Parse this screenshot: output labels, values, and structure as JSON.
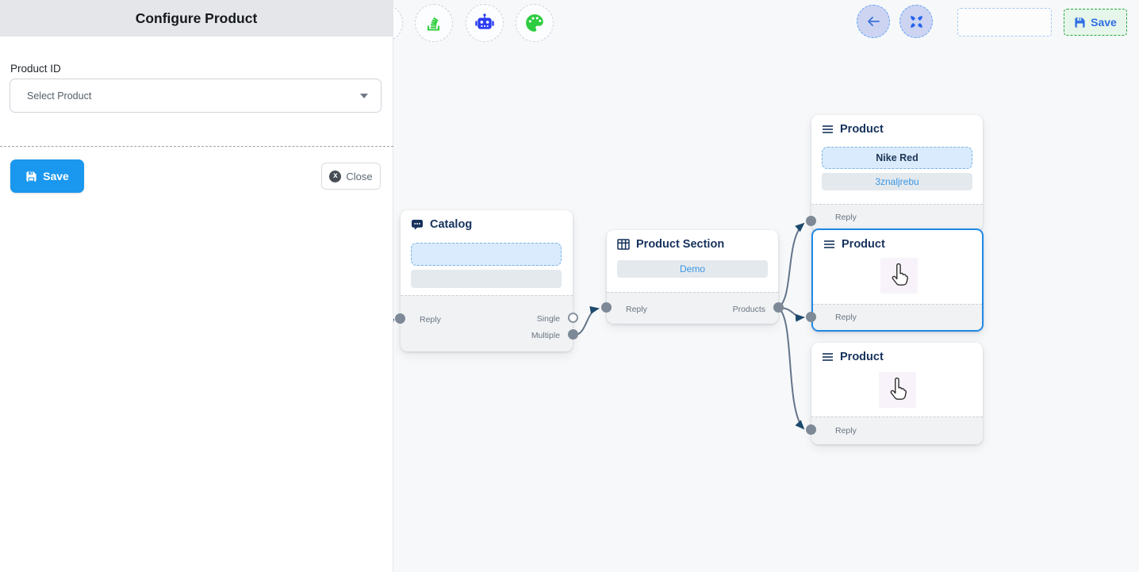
{
  "panel": {
    "title": "Configure Product",
    "field_label": "Product ID",
    "select_placeholder": "Select Product",
    "save_label": "Save",
    "close_label": "Close",
    "close_icon_glyph": "x"
  },
  "toolbar": {
    "icons": [
      "stack-icon",
      "robot-icon",
      "palette-icon"
    ],
    "icon_colors": {
      "stack": "#2fce3e",
      "robot": "#2b3cf2",
      "palette": "#2ecc40"
    }
  },
  "topbar": {
    "back_icon": "arrow-left-icon",
    "fit_icon": "compress-icon",
    "save_label": "Save"
  },
  "nodes": {
    "catalog": {
      "title": "Catalog",
      "icon": "chat-bubble-icon",
      "reply_label": "Reply",
      "single_label": "Single",
      "multiple_label": "Multiple"
    },
    "product_section": {
      "title": "Product Section",
      "icon": "table-grid-icon",
      "item_label": "Demo",
      "reply_label": "Reply",
      "products_label": "Products"
    },
    "product_top": {
      "title": "Product",
      "icon": "menu-icon",
      "primary_label": "Nike Red",
      "secondary_label": "3znaljrebu",
      "reply_label": "Reply"
    },
    "product_middle": {
      "title": "Product",
      "icon": "menu-icon",
      "reply_label": "Reply",
      "selected": true
    },
    "product_bottom": {
      "title": "Product",
      "icon": "menu-icon",
      "reply_label": "Reply",
      "selected": false
    }
  },
  "colors": {
    "accent_blue": "#1a97ee",
    "node_title_navy": "#16325c",
    "link_blue": "#3b97e3",
    "edge_gray": "#64748b",
    "arrowhead_navy": "#1d4a6e",
    "save_green_bg": "#e7f6ea",
    "save_green_border": "#23a83f",
    "selected_border": "#1f88e7"
  }
}
